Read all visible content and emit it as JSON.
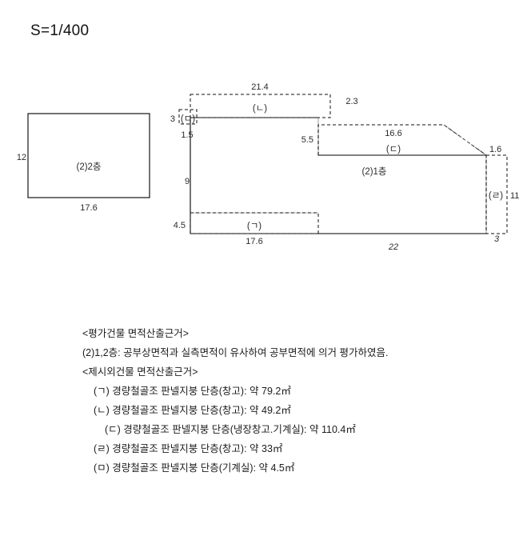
{
  "scale_label": "S=1/400",
  "drawing": {
    "building_2f": {
      "room_label": "(2)2층",
      "dim_left": "12",
      "dim_bottom": "17.6"
    },
    "building_1f": {
      "room_label": "(2)1층",
      "dim_top_annex_n": "21.4",
      "dim_top_gap": "2.3",
      "dim_top_right": "16.6",
      "dim_left_top": "3",
      "dim_left_1_5": "1.5",
      "dim_left_9": "9",
      "dim_left_4_5": "4.5",
      "dim_step_5_5": "5.5",
      "dim_right_1_6": "1.6",
      "dim_right_11": "11",
      "dim_bottom_left": "17.6",
      "dim_bottom_right": "22",
      "dim_bottom_corner": "3"
    },
    "annex_tags": {
      "a": "(ㄱ)",
      "b": "(ㄴ)",
      "c": "(ㄷ)",
      "d": "(ㄹ)",
      "e": "(ㅁ)"
    }
  },
  "notes": {
    "heading_1": "<평가건물 면적산출근거>",
    "line_1": "(2)1,2층: 공부상면적과 실측면적이 유사하여 공부면적에 의거 평가하였음.",
    "heading_2": "<제시외건물 면적산출근거>",
    "item_a": "(ㄱ) 경량철골조 판넬지붕 단층(창고): 약 79.2㎡",
    "item_b": "(ㄴ) 경량철골조 판넬지붕 단층(창고): 약 49.2㎡",
    "item_c": "(ㄷ) 경량철골조 판넬지붕 단층(냉장창고.기계실): 약 110.4㎡",
    "item_d": "(ㄹ) 경량철골조 판넬지붕 단층(창고): 약 33㎡",
    "item_e": "(ㅁ) 경량철골조 판넬지붕 단층(기계실): 약 4.5㎡"
  }
}
